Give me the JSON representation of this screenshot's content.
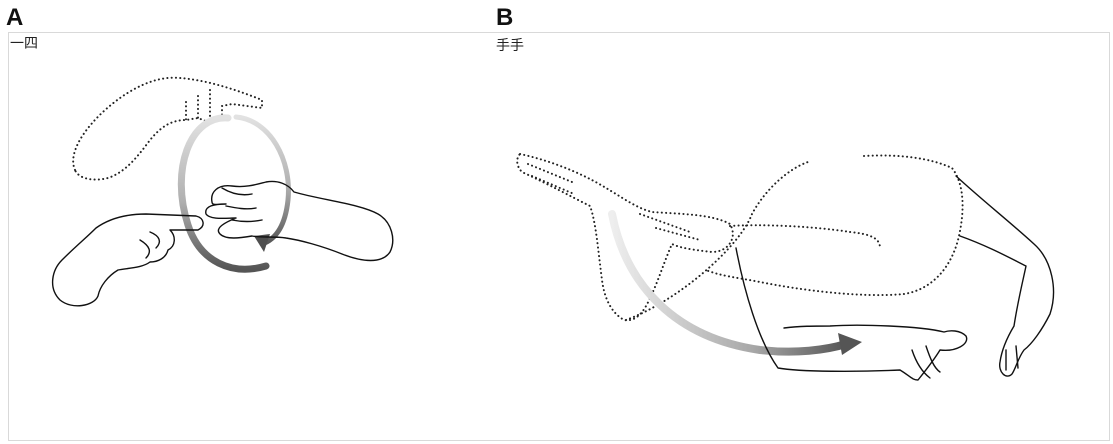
{
  "panels": [
    {
      "letter": "A",
      "caption": "一四"
    },
    {
      "letter": "B",
      "caption": "手手"
    }
  ],
  "colors": {
    "arrow_light": "#d8d8d8",
    "arrow_dark": "#5a5a5a",
    "line": "#111111"
  },
  "icons": [
    "circular-motion-arrow-icon",
    "sweeping-arrow-icon"
  ]
}
